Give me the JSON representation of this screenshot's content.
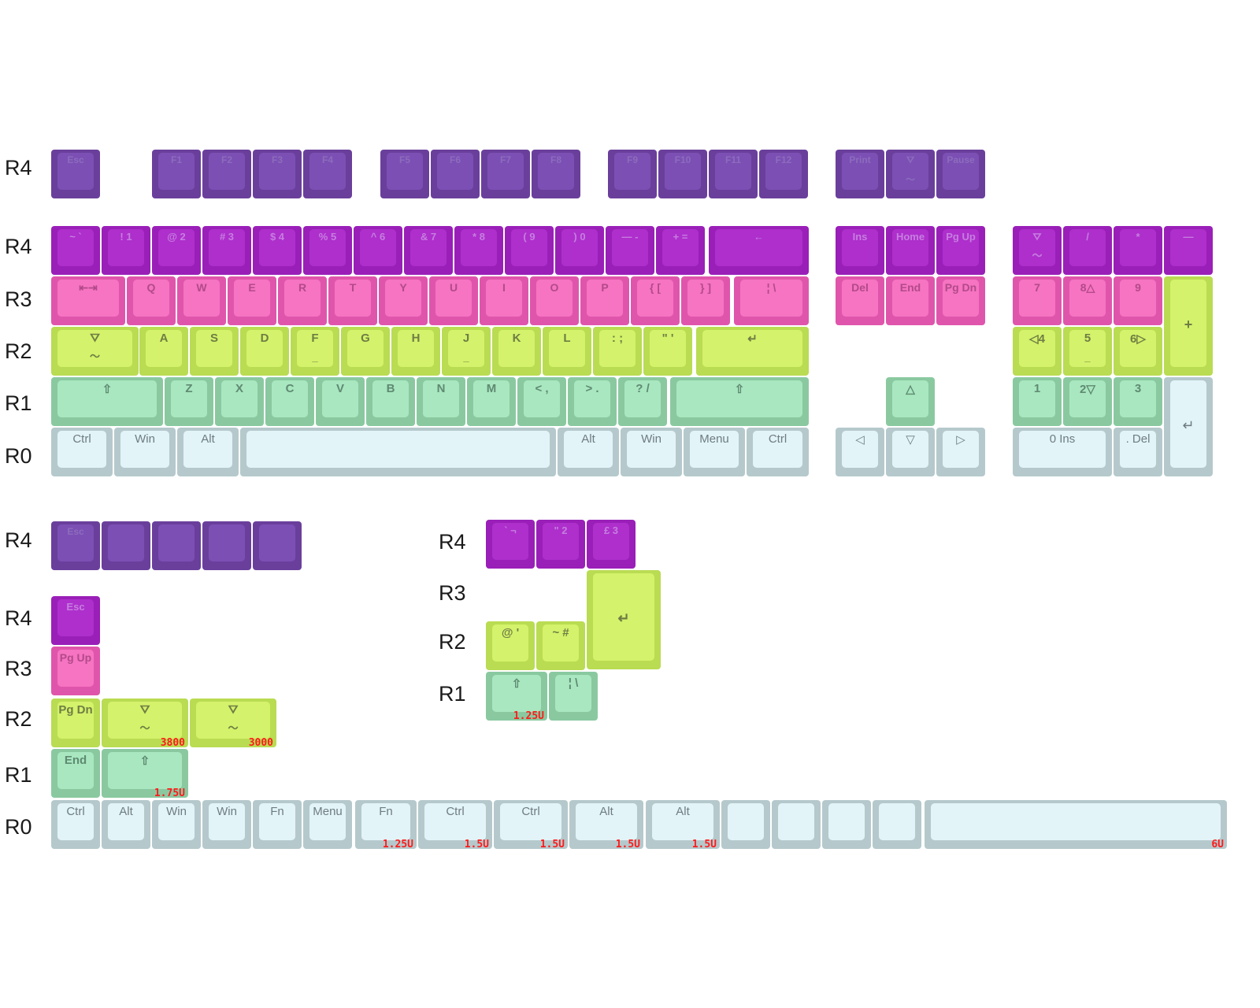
{
  "colors": {
    "purple": "#7c4fb5",
    "magenta": "#ae2fcc",
    "pink": "#f674c2",
    "lime": "#d4f26b",
    "mint": "#a8e7bf",
    "ice": "#e2f4f8",
    "size_label": "#ff1a1a"
  },
  "row_labels": [
    {
      "id": "main-r4-fn",
      "text": "R4"
    },
    {
      "id": "main-r4-num",
      "text": "R4"
    },
    {
      "id": "main-r3",
      "text": "R3"
    },
    {
      "id": "main-r2",
      "text": "R2"
    },
    {
      "id": "main-r1",
      "text": "R1"
    },
    {
      "id": "main-r0",
      "text": "R0"
    },
    {
      "id": "extra-r4-a",
      "text": "R4"
    },
    {
      "id": "extra-r4-b",
      "text": "R4"
    },
    {
      "id": "extra-r3",
      "text": "R3"
    },
    {
      "id": "extra-r2",
      "text": "R2"
    },
    {
      "id": "extra-r1",
      "text": "R1"
    },
    {
      "id": "extra-r0",
      "text": "R0"
    },
    {
      "id": "iso-r4",
      "text": "R4"
    },
    {
      "id": "iso-r3",
      "text": "R3"
    },
    {
      "id": "iso-r2",
      "text": "R2"
    },
    {
      "id": "iso-r1",
      "text": "R1"
    }
  ],
  "keys": [
    {
      "id": "esc",
      "label": "Esc",
      "color": "purple"
    },
    {
      "id": "f1",
      "label": "F1",
      "color": "purple"
    },
    {
      "id": "f2",
      "label": "F2",
      "color": "purple"
    },
    {
      "id": "f3",
      "label": "F3",
      "color": "purple"
    },
    {
      "id": "f4",
      "label": "F4",
      "color": "purple"
    },
    {
      "id": "f5",
      "label": "F5",
      "color": "purple"
    },
    {
      "id": "f6",
      "label": "F6",
      "color": "purple"
    },
    {
      "id": "f7",
      "label": "F7",
      "color": "purple"
    },
    {
      "id": "f8",
      "label": "F8",
      "color": "purple"
    },
    {
      "id": "f9",
      "label": "F9",
      "color": "purple"
    },
    {
      "id": "f10",
      "label": "F10",
      "color": "purple"
    },
    {
      "id": "f11",
      "label": "F11",
      "color": "purple"
    },
    {
      "id": "f12",
      "label": "F12",
      "color": "purple"
    },
    {
      "id": "print",
      "label": "Print",
      "color": "purple"
    },
    {
      "id": "scroll",
      "label": "⛛",
      "sub": "〜",
      "color": "purple"
    },
    {
      "id": "pause",
      "label": "Pause",
      "color": "purple"
    },
    {
      "id": "grave",
      "label": "~ `",
      "color": "magenta"
    },
    {
      "id": "n1",
      "label": "! 1",
      "color": "magenta"
    },
    {
      "id": "n2",
      "label": "@ 2",
      "color": "magenta"
    },
    {
      "id": "n3",
      "label": "# 3",
      "color": "magenta"
    },
    {
      "id": "n4",
      "label": "$ 4",
      "color": "magenta"
    },
    {
      "id": "n5",
      "label": "% 5",
      "color": "magenta"
    },
    {
      "id": "n6",
      "label": "^ 6",
      "color": "magenta"
    },
    {
      "id": "n7",
      "label": "& 7",
      "color": "magenta"
    },
    {
      "id": "n8",
      "label": "* 8",
      "color": "magenta"
    },
    {
      "id": "n9",
      "label": "( 9",
      "color": "magenta"
    },
    {
      "id": "n0",
      "label": ") 0",
      "color": "magenta"
    },
    {
      "id": "minus",
      "label": "— -",
      "color": "magenta"
    },
    {
      "id": "equal",
      "label": "+ =",
      "color": "magenta"
    },
    {
      "id": "backspace",
      "label": "←",
      "color": "magenta"
    },
    {
      "id": "ins",
      "label": "Ins",
      "color": "magenta"
    },
    {
      "id": "home",
      "label": "Home",
      "color": "magenta"
    },
    {
      "id": "pgup",
      "label": "Pg Up",
      "color": "magenta"
    },
    {
      "id": "numlock",
      "label": "⛛",
      "sub": "〜",
      "color": "magenta"
    },
    {
      "id": "kp-div",
      "label": "/",
      "color": "magenta"
    },
    {
      "id": "kp-mul",
      "label": "*",
      "color": "magenta"
    },
    {
      "id": "kp-sub",
      "label": "—",
      "color": "magenta"
    },
    {
      "id": "tab",
      "label": "⇤⇥",
      "color": "pink"
    },
    {
      "id": "q",
      "label": "Q",
      "color": "pink"
    },
    {
      "id": "w",
      "label": "W",
      "color": "pink"
    },
    {
      "id": "e",
      "label": "E",
      "color": "pink"
    },
    {
      "id": "r",
      "label": "R",
      "color": "pink"
    },
    {
      "id": "t",
      "label": "T",
      "color": "pink"
    },
    {
      "id": "y",
      "label": "Y",
      "color": "pink"
    },
    {
      "id": "u",
      "label": "U",
      "color": "pink"
    },
    {
      "id": "i",
      "label": "I",
      "color": "pink"
    },
    {
      "id": "o",
      "label": "O",
      "color": "pink"
    },
    {
      "id": "p",
      "label": "P",
      "color": "pink"
    },
    {
      "id": "lbracket",
      "label": "{ [",
      "color": "pink"
    },
    {
      "id": "rbracket",
      "label": "} ]",
      "color": "pink"
    },
    {
      "id": "backslash",
      "label": "¦ \\",
      "color": "pink"
    },
    {
      "id": "del",
      "label": "Del",
      "color": "pink"
    },
    {
      "id": "end",
      "label": "End",
      "color": "pink"
    },
    {
      "id": "pgdn",
      "label": "Pg Dn",
      "color": "pink"
    },
    {
      "id": "kp7",
      "label": "7",
      "color": "pink"
    },
    {
      "id": "kp8",
      "label": "8△",
      "color": "pink"
    },
    {
      "id": "kp9",
      "label": "9",
      "color": "pink"
    },
    {
      "id": "caps",
      "label": "⛛",
      "sub": "〜",
      "color": "lime"
    },
    {
      "id": "a",
      "label": "A",
      "color": "lime"
    },
    {
      "id": "s",
      "label": "S",
      "color": "lime"
    },
    {
      "id": "d",
      "label": "D",
      "color": "lime"
    },
    {
      "id": "f",
      "label": "F",
      "sub": "_",
      "color": "lime"
    },
    {
      "id": "g",
      "label": "G",
      "color": "lime"
    },
    {
      "id": "h",
      "label": "H",
      "color": "lime"
    },
    {
      "id": "j",
      "label": "J",
      "sub": "_",
      "color": "lime"
    },
    {
      "id": "k",
      "label": "K",
      "color": "lime"
    },
    {
      "id": "l",
      "label": "L",
      "color": "lime"
    },
    {
      "id": "semicolon",
      "label": ": ;",
      "color": "lime"
    },
    {
      "id": "quote",
      "label": "\" '",
      "color": "lime"
    },
    {
      "id": "enter",
      "label": "↵",
      "color": "lime"
    },
    {
      "id": "kp4",
      "label": "◁4",
      "color": "lime"
    },
    {
      "id": "kp5",
      "label": "5",
      "sub": "_",
      "color": "lime"
    },
    {
      "id": "kp6",
      "label": "6▷",
      "color": "lime"
    },
    {
      "id": "kp-add",
      "label": "+",
      "color": "lime"
    },
    {
      "id": "lshift",
      "label": "⇧",
      "color": "mint"
    },
    {
      "id": "z",
      "label": "Z",
      "color": "mint"
    },
    {
      "id": "x",
      "label": "X",
      "color": "mint"
    },
    {
      "id": "c",
      "label": "C",
      "color": "mint"
    },
    {
      "id": "v",
      "label": "V",
      "color": "mint"
    },
    {
      "id": "b",
      "label": "B",
      "color": "mint"
    },
    {
      "id": "n",
      "label": "N",
      "color": "mint"
    },
    {
      "id": "m",
      "label": "M",
      "color": "mint"
    },
    {
      "id": "comma",
      "label": "< ,",
      "color": "mint"
    },
    {
      "id": "period",
      "label": "> .",
      "color": "mint"
    },
    {
      "id": "slash",
      "label": "? /",
      "color": "mint"
    },
    {
      "id": "rshift",
      "label": "⇧",
      "color": "mint"
    },
    {
      "id": "up",
      "label": "△",
      "color": "mint"
    },
    {
      "id": "kp1",
      "label": "1",
      "color": "mint"
    },
    {
      "id": "kp2",
      "label": "2▽",
      "color": "mint"
    },
    {
      "id": "kp3",
      "label": "3",
      "color": "mint"
    },
    {
      "id": "lctrl",
      "label": "Ctrl",
      "color": "ice"
    },
    {
      "id": "lwin",
      "label": "Win",
      "color": "ice"
    },
    {
      "id": "lalt",
      "label": "Alt",
      "color": "ice"
    },
    {
      "id": "space",
      "label": "",
      "color": "ice"
    },
    {
      "id": "ralt",
      "label": "Alt",
      "color": "ice"
    },
    {
      "id": "rwin",
      "label": "Win",
      "color": "ice"
    },
    {
      "id": "menu",
      "label": "Menu",
      "color": "ice"
    },
    {
      "id": "rctrl",
      "label": "Ctrl",
      "color": "ice"
    },
    {
      "id": "left",
      "label": "◁",
      "color": "ice"
    },
    {
      "id": "down",
      "label": "▽",
      "color": "ice"
    },
    {
      "id": "right",
      "label": "▷",
      "color": "ice"
    },
    {
      "id": "kp0",
      "label": "0 Ins",
      "color": "ice"
    },
    {
      "id": "kp-dot",
      "label": ". Del",
      "color": "ice"
    },
    {
      "id": "kp-enter",
      "label": "↵",
      "color": "ice"
    },
    {
      "id": "x-p1",
      "label": "Esc",
      "color": "purple"
    },
    {
      "id": "x-p2",
      "label": "",
      "color": "purple"
    },
    {
      "id": "x-p3",
      "label": "",
      "color": "purple"
    },
    {
      "id": "x-p4",
      "label": "",
      "color": "purple"
    },
    {
      "id": "x-p5",
      "label": "",
      "color": "purple"
    },
    {
      "id": "x-esc",
      "label": "Esc",
      "color": "magenta"
    },
    {
      "id": "x-pgup",
      "label": "Pg Up",
      "color": "pink"
    },
    {
      "id": "x-pgdn",
      "label": "Pg Dn",
      "color": "lime"
    },
    {
      "id": "x-caps1",
      "label": "⛛",
      "sub": "〜",
      "size": "3800",
      "color": "lime"
    },
    {
      "id": "x-caps2",
      "label": "⛛",
      "sub": "〜",
      "size": "3000",
      "color": "lime"
    },
    {
      "id": "x-end",
      "label": "End",
      "color": "mint"
    },
    {
      "id": "x-shift",
      "label": "⇧",
      "size": "1.75U",
      "color": "mint"
    },
    {
      "id": "x-ctrl",
      "label": "Ctrl",
      "color": "ice"
    },
    {
      "id": "x-alt",
      "label": "Alt",
      "color": "ice"
    },
    {
      "id": "x-win1",
      "label": "Win",
      "color": "ice"
    },
    {
      "id": "x-win2",
      "label": "Win",
      "color": "ice"
    },
    {
      "id": "x-fn",
      "label": "Fn",
      "color": "ice"
    },
    {
      "id": "x-menu",
      "label": "Menu",
      "color": "ice"
    },
    {
      "id": "x-fn125",
      "label": "Fn",
      "size": "1.25U",
      "color": "ice"
    },
    {
      "id": "x-ctrl15a",
      "label": "Ctrl",
      "size": "1.5U",
      "color": "ice"
    },
    {
      "id": "x-ctrl15b",
      "label": "Ctrl",
      "size": "1.5U",
      "color": "ice"
    },
    {
      "id": "x-alt15a",
      "label": "Alt",
      "size": "1.5U",
      "color": "ice"
    },
    {
      "id": "x-alt15b",
      "label": "Alt",
      "size": "1.5U",
      "color": "ice"
    },
    {
      "id": "x-blank1",
      "label": "",
      "color": "ice"
    },
    {
      "id": "x-blank2",
      "label": "",
      "color": "ice"
    },
    {
      "id": "x-blank3",
      "label": "",
      "color": "ice"
    },
    {
      "id": "x-blank4",
      "label": "",
      "color": "ice"
    },
    {
      "id": "x-space6",
      "label": "",
      "size": "6U",
      "color": "ice"
    },
    {
      "id": "iso-m1",
      "label": "` ¬",
      "color": "magenta"
    },
    {
      "id": "iso-m2",
      "label": "\" 2",
      "color": "magenta"
    },
    {
      "id": "iso-m3",
      "label": "£ 3",
      "color": "magenta"
    },
    {
      "id": "iso-enter",
      "label": "↵",
      "color": "lime"
    },
    {
      "id": "iso-at",
      "label": "@ '",
      "color": "lime"
    },
    {
      "id": "iso-hash",
      "label": "~ #",
      "color": "lime"
    },
    {
      "id": "iso-shift",
      "label": "⇧",
      "size": "1.25U",
      "color": "mint"
    },
    {
      "id": "iso-pipe",
      "label": "¦ \\",
      "color": "mint"
    }
  ]
}
